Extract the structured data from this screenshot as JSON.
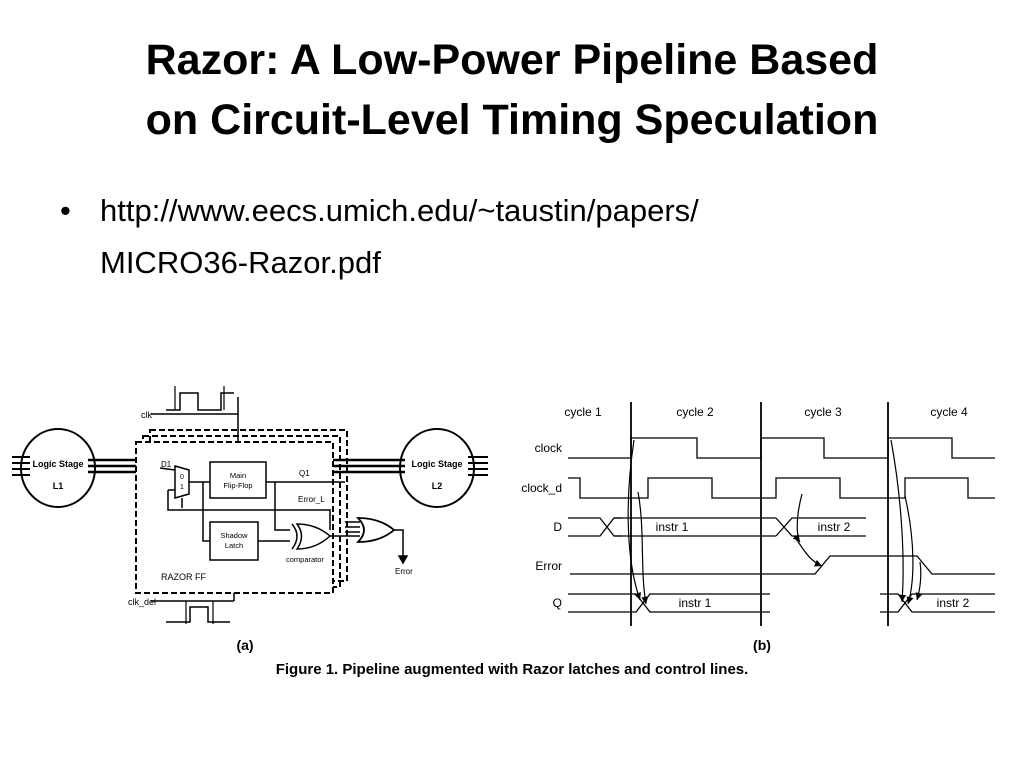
{
  "slide": {
    "title_line1": "Razor: A Low-Power Pipeline Based",
    "title_line2": "on Circuit-Level Timing Speculation",
    "bullet_symbol": "•",
    "link_line1": "http://www.eecs.umich.edu/~taustin/papers/",
    "link_line2": "MICRO36-Razor.pdf"
  },
  "figure": {
    "caption": "Figure 1. Pipeline augmented with Razor latches and control lines.",
    "panel_a": {
      "label": "(a)",
      "clk": "clk",
      "clk_del": "clk_del",
      "stage1_name": "Logic Stage",
      "stage1_id": "L1",
      "stage2_name": "Logic Stage",
      "stage2_id": "L2",
      "d1": "D1",
      "q1": "Q1",
      "mux_in0": "0",
      "mux_in1": "1",
      "main_ff_line1": "Main",
      "main_ff_line2": "Flip-Flop",
      "shadow_line1": "Shadow",
      "shadow_line2": "Latch",
      "error_l": "Error_L",
      "comparator": "comparator",
      "error_out": "Error",
      "razor_ff": "RAZOR FF"
    },
    "panel_b": {
      "label": "(b)",
      "cycles": [
        "cycle 1",
        "cycle 2",
        "cycle 3",
        "cycle 4"
      ],
      "signals": [
        "clock",
        "clock_d",
        "D",
        "Error",
        "Q"
      ],
      "d_instr1": "instr 1",
      "d_instr2": "instr 2",
      "q_instr1": "instr 1",
      "q_instr2": "instr 2"
    }
  }
}
